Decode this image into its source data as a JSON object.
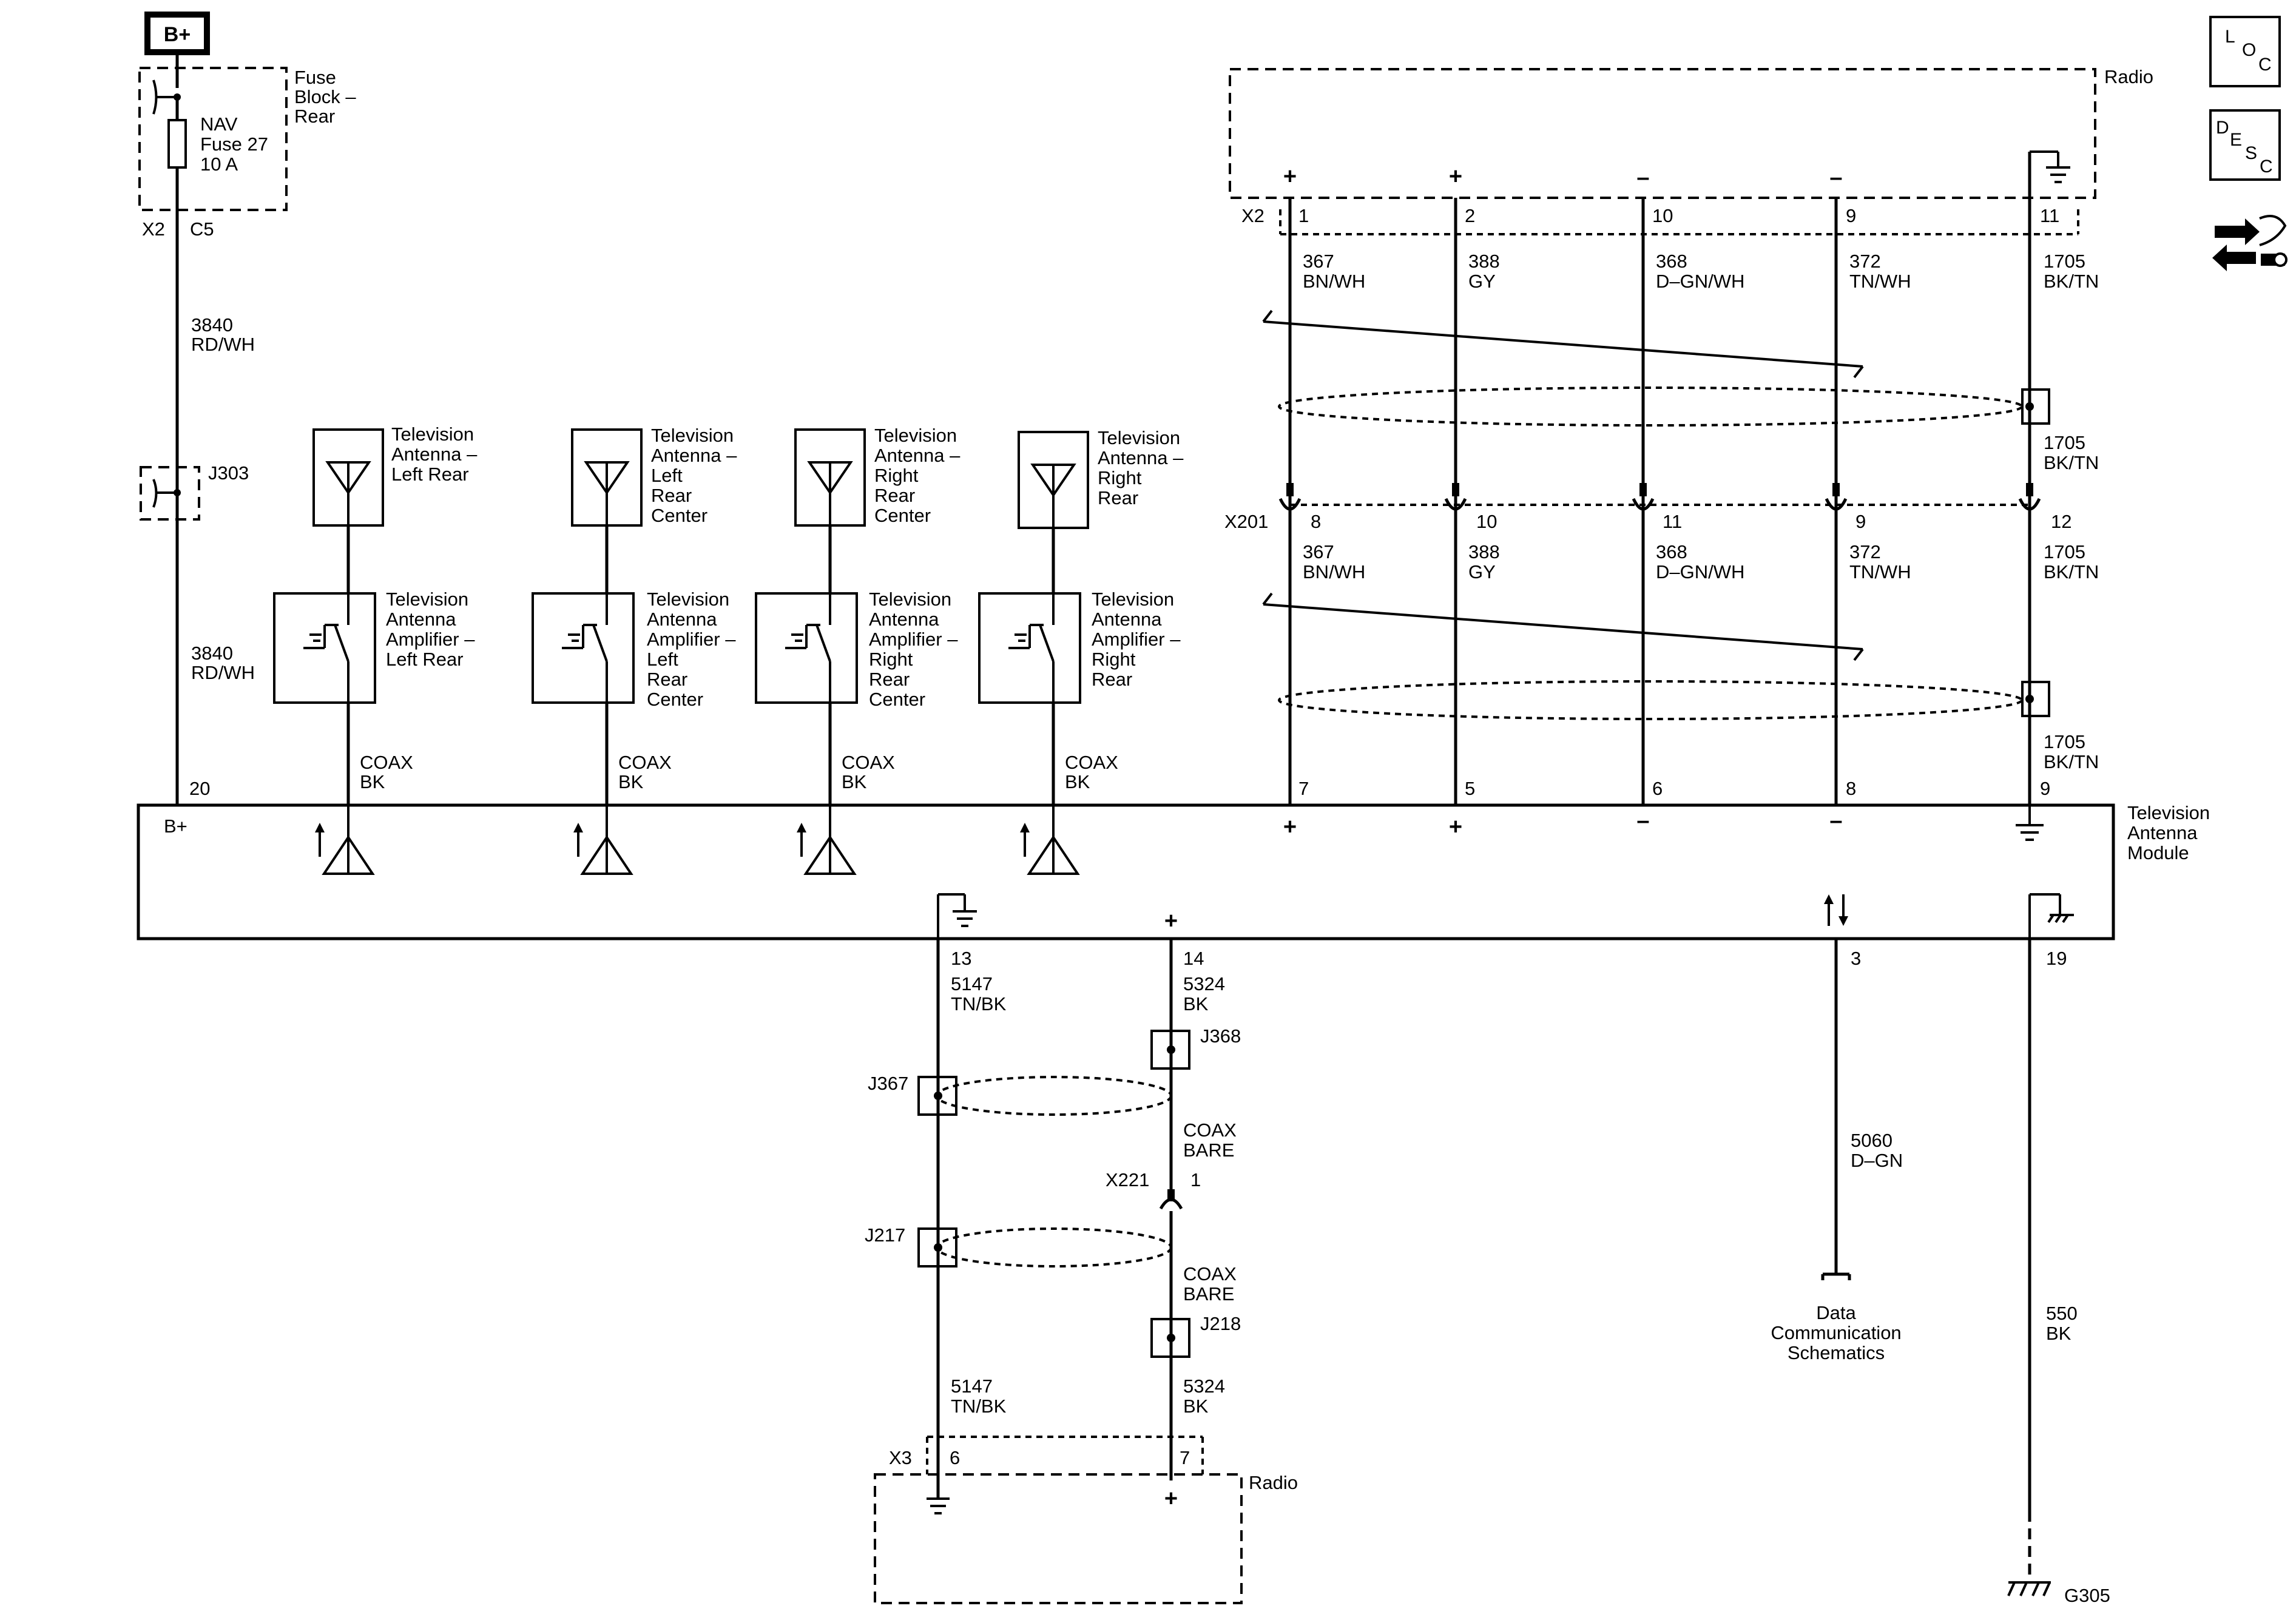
{
  "battery": {
    "label": "B+"
  },
  "fuse_block": {
    "name": [
      "Fuse",
      "Block –",
      "Rear"
    ],
    "fuse": [
      "NAV",
      "Fuse 27",
      "10 A"
    ],
    "connector": "X2",
    "pin": "C5"
  },
  "b_plus_wire": {
    "circuit": "3840",
    "color": "RD/WH"
  },
  "splice_j303": "J303",
  "tv_antennas": [
    {
      "antenna": [
        "Television",
        "Antenna –",
        "Left Rear"
      ],
      "amplifier": [
        "Television",
        "Antenna",
        "Amplifier –",
        "Left Rear"
      ],
      "cable": [
        "COAX",
        "BK"
      ]
    },
    {
      "antenna": [
        "Television",
        "Antenna –",
        "Left",
        "Rear",
        "Center"
      ],
      "amplifier": [
        "Television",
        "Antenna",
        "Amplifier –",
        "Left",
        "Rear",
        "Center"
      ],
      "cable": [
        "COAX",
        "BK"
      ]
    },
    {
      "antenna": [
        "Television",
        "Antenna –",
        "Right",
        "Rear",
        "Center"
      ],
      "amplifier": [
        "Television",
        "Antenna",
        "Amplifier –",
        "Right",
        "Rear",
        "Center"
      ],
      "cable": [
        "COAX",
        "BK"
      ]
    },
    {
      "antenna": [
        "Television",
        "Antenna –",
        "Right",
        "Rear"
      ],
      "amplifier": [
        "Television",
        "Antenna",
        "Amplifier –",
        "Right",
        "Rear"
      ],
      "cable": [
        "COAX",
        "BK"
      ]
    }
  ],
  "radio_top": {
    "name": "Radio",
    "connector": "X2",
    "wires": [
      {
        "pin": "1",
        "polarity": "+",
        "circuit": "367",
        "color": "BN/WH",
        "x201_pin": "8",
        "module_pin": "7",
        "module_polarity": "+"
      },
      {
        "pin": "2",
        "polarity": "+",
        "circuit": "388",
        "color": "GY",
        "x201_pin": "10",
        "module_pin": "5",
        "module_polarity": "+"
      },
      {
        "pin": "10",
        "polarity": "–",
        "circuit": "368",
        "color": "D–GN/WH",
        "x201_pin": "11",
        "module_pin": "6",
        "module_polarity": "–"
      },
      {
        "pin": "9",
        "polarity": "–",
        "circuit": "372",
        "color": "TN/WH",
        "x201_pin": "9",
        "module_pin": "8",
        "module_polarity": "–"
      }
    ],
    "drain": {
      "pin": "11",
      "circuit": "1705",
      "color": "BK/TN",
      "x201_pin": "12",
      "module_pin": "9"
    }
  },
  "inline_connector": "X201",
  "module": {
    "name": [
      "Television",
      "Antenna",
      "Module"
    ],
    "bplus_label": "B+",
    "bplus_pin": "20"
  },
  "bottom_wires": {
    "ground": {
      "pin": "13",
      "circuit": "5147",
      "color": "TN/BK"
    },
    "signal": {
      "pin": "14",
      "polarity": "+",
      "circuit": "5324",
      "color": "BK"
    },
    "data": {
      "pin": "3",
      "circuit": "5060",
      "color": "D–GN"
    },
    "chassis": {
      "pin": "19",
      "circuit": "550",
      "color": "BK",
      "ground": "G305"
    }
  },
  "shield_splices": {
    "j368": "J368",
    "j367": "J367",
    "j217": "J217",
    "j218": "J218"
  },
  "coax_bare": [
    "COAX",
    "BARE"
  ],
  "inline_x221": {
    "name": "X221",
    "pin": "1"
  },
  "lower_wires": {
    "ground_circuit": "5147",
    "ground_color": "TN/BK",
    "signal_circuit": "5324",
    "signal_color": "BK"
  },
  "radio_bottom": {
    "name": "Radio",
    "connector": "X3",
    "pin_ground": "6",
    "pin_signal": "7",
    "polarity": "+"
  },
  "data_dest": [
    "Data",
    "Communication",
    "Schematics"
  ],
  "icons": [
    "loc-icon",
    "desc-icon",
    "connector-tool-icon"
  ],
  "icon_letters": {
    "loc": [
      "L",
      "O",
      "C"
    ],
    "desc": [
      "D",
      "E",
      "S",
      "C"
    ]
  }
}
